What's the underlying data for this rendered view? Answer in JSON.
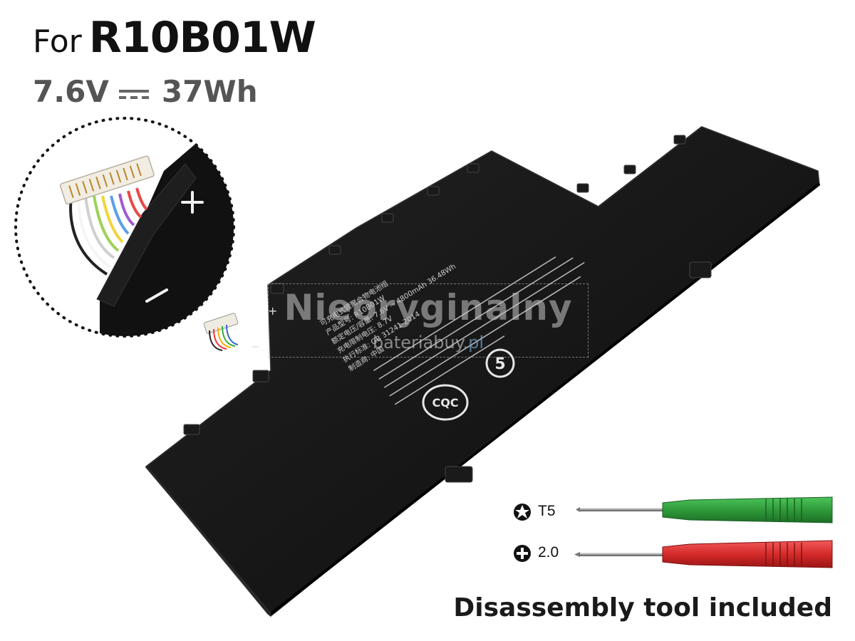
{
  "header": {
    "prefix": "For",
    "model": "R10B01W",
    "voltage": "7.6V",
    "capacity": "37Wh"
  },
  "watermark": {
    "main": "Nieoryginalny",
    "sub_domain": "bateriabuy",
    "sub_tld": ".pl"
  },
  "battery_label": {
    "line1": "可充电式锂聚合物电池组",
    "line2": "产品型号: R10B01W",
    "line3": "额定电压/容量: 7.6V ⎓ 4800mAh 36.48Wh",
    "line4": "充电限制电压: 8.7V",
    "line5": "执行标准: GB 31241-2014",
    "line6": "制造商: 中国",
    "plus": "+",
    "minus": "−"
  },
  "tools": [
    {
      "label": "T5",
      "icon": "torx-icon",
      "handle_color": "#2f9a3a"
    },
    {
      "label": "2.0",
      "icon": "phillips-icon",
      "handle_color": "#d42a2a"
    }
  ],
  "footer": {
    "text": "Disassembly tool included"
  },
  "colors": {
    "battery_body": "#141414",
    "tool_green": "#2f9a3a",
    "tool_red": "#d42a2a"
  }
}
